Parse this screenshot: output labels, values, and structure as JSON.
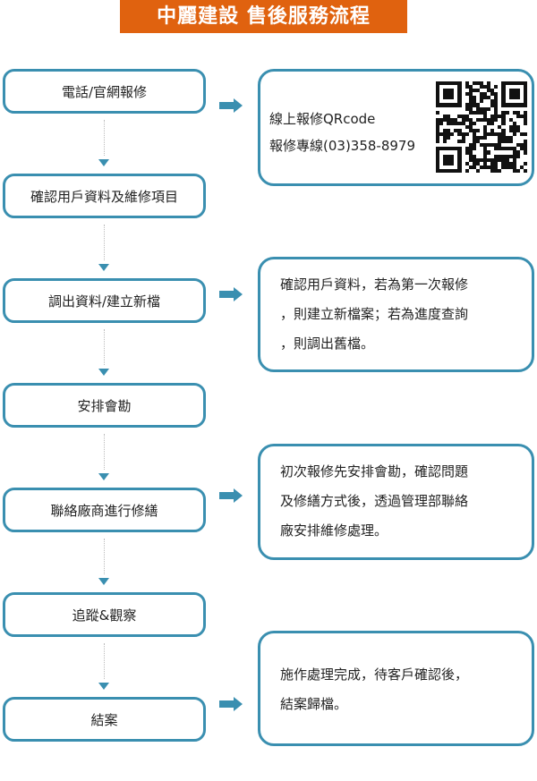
{
  "title": "中麗建設 售後服務流程",
  "steps": [
    {
      "label": "電話/官網報修"
    },
    {
      "label": "確認用戶資料及維修項目"
    },
    {
      "label": "調出資料/建立新檔"
    },
    {
      "label": "安排會勘"
    },
    {
      "label": "聯絡廠商進行修繕"
    },
    {
      "label": "追蹤&觀察"
    },
    {
      "label": "結案"
    }
  ],
  "notes": [
    {
      "lines": [
        "線上報修QRcode",
        "報修專線(03)358-8979"
      ],
      "icon": "qr-code"
    },
    {
      "lines": [
        "確認用戶資料，若為第一次報修",
        "，則建立新檔案；若為進度查詢",
        "，則調出舊檔。"
      ]
    },
    {
      "lines": [
        "初次報修先安排會勘，確認問題",
        "及修繕方式後，透過管理部聯絡",
        "廠安排維修處理。"
      ]
    },
    {
      "lines": [
        "施作處理完成，待客戶確認後，",
        "結案歸檔。"
      ]
    }
  ],
  "colors": {
    "accent": "#3a8fb0",
    "title_bg": "#e0620f"
  }
}
